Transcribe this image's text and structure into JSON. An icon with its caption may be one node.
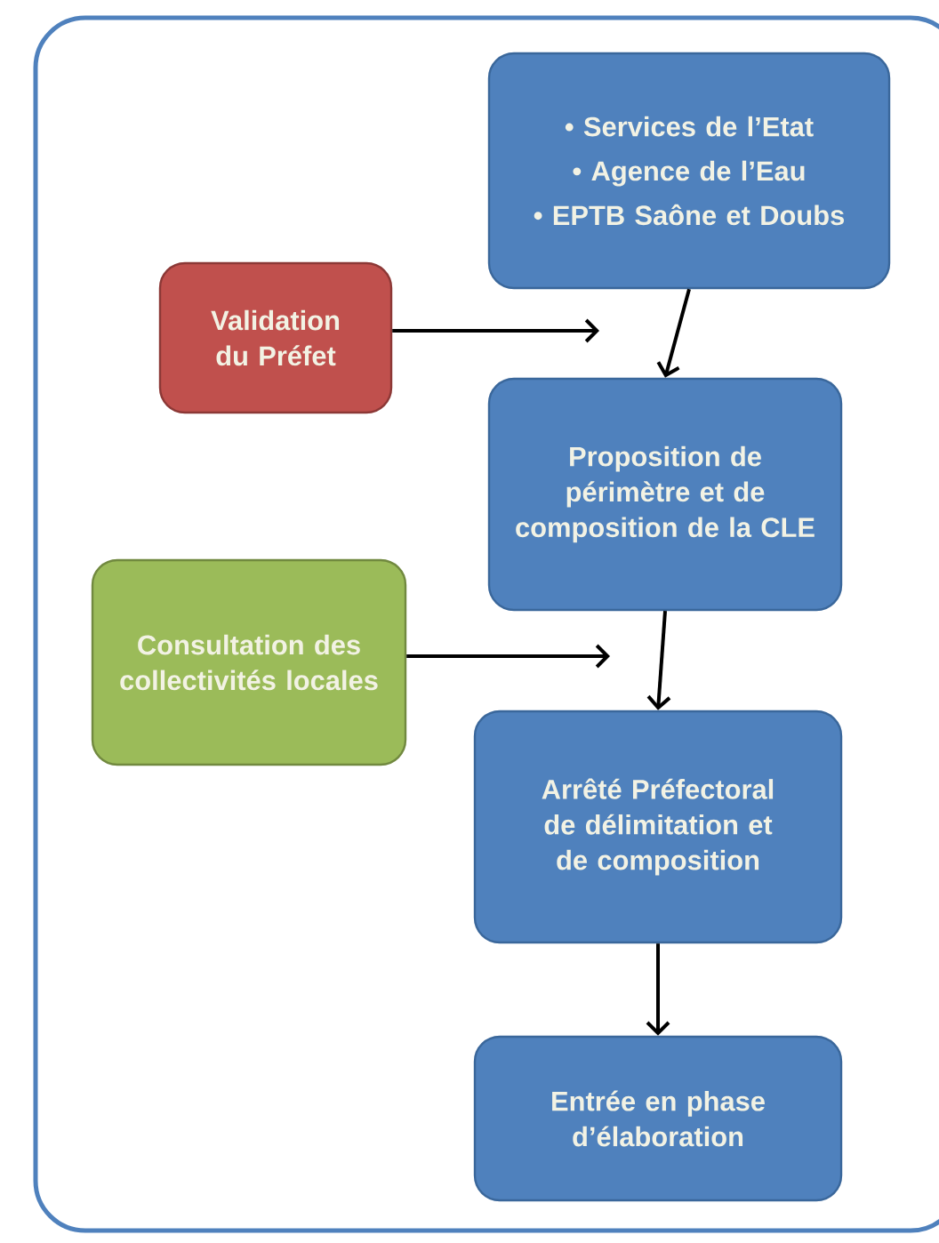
{
  "diagram": {
    "nodes": [
      {
        "text": [
          "• Services de l’Etat",
          "• Agence de l’Eau",
          "• EPTB Saône et Doubs"
        ]
      },
      {
        "text": [
          "Validation du Préfet"
        ]
      },
      {
        "text": [
          "Proposition de périmètre et de composition de la CLE"
        ]
      },
      {
        "text": [
          "Consultation des collectivités locales"
        ]
      },
      {
        "text": [
          "Arrêté Préfectoral de délimitation et de composition"
        ]
      },
      {
        "text": [
          "Entrée en phase d’élaboration"
        ]
      }
    ],
    "edges": [
      {
        "from": 0,
        "to": 2,
        "arrow": "to"
      },
      {
        "from": 1,
        "to": null,
        "arrow": "to"
      },
      {
        "from": 2,
        "to": 4,
        "arrow": "to"
      },
      {
        "from": 3,
        "to": null,
        "arrow": "to"
      },
      {
        "from": 4,
        "to": 5,
        "arrow": "to"
      }
    ]
  }
}
